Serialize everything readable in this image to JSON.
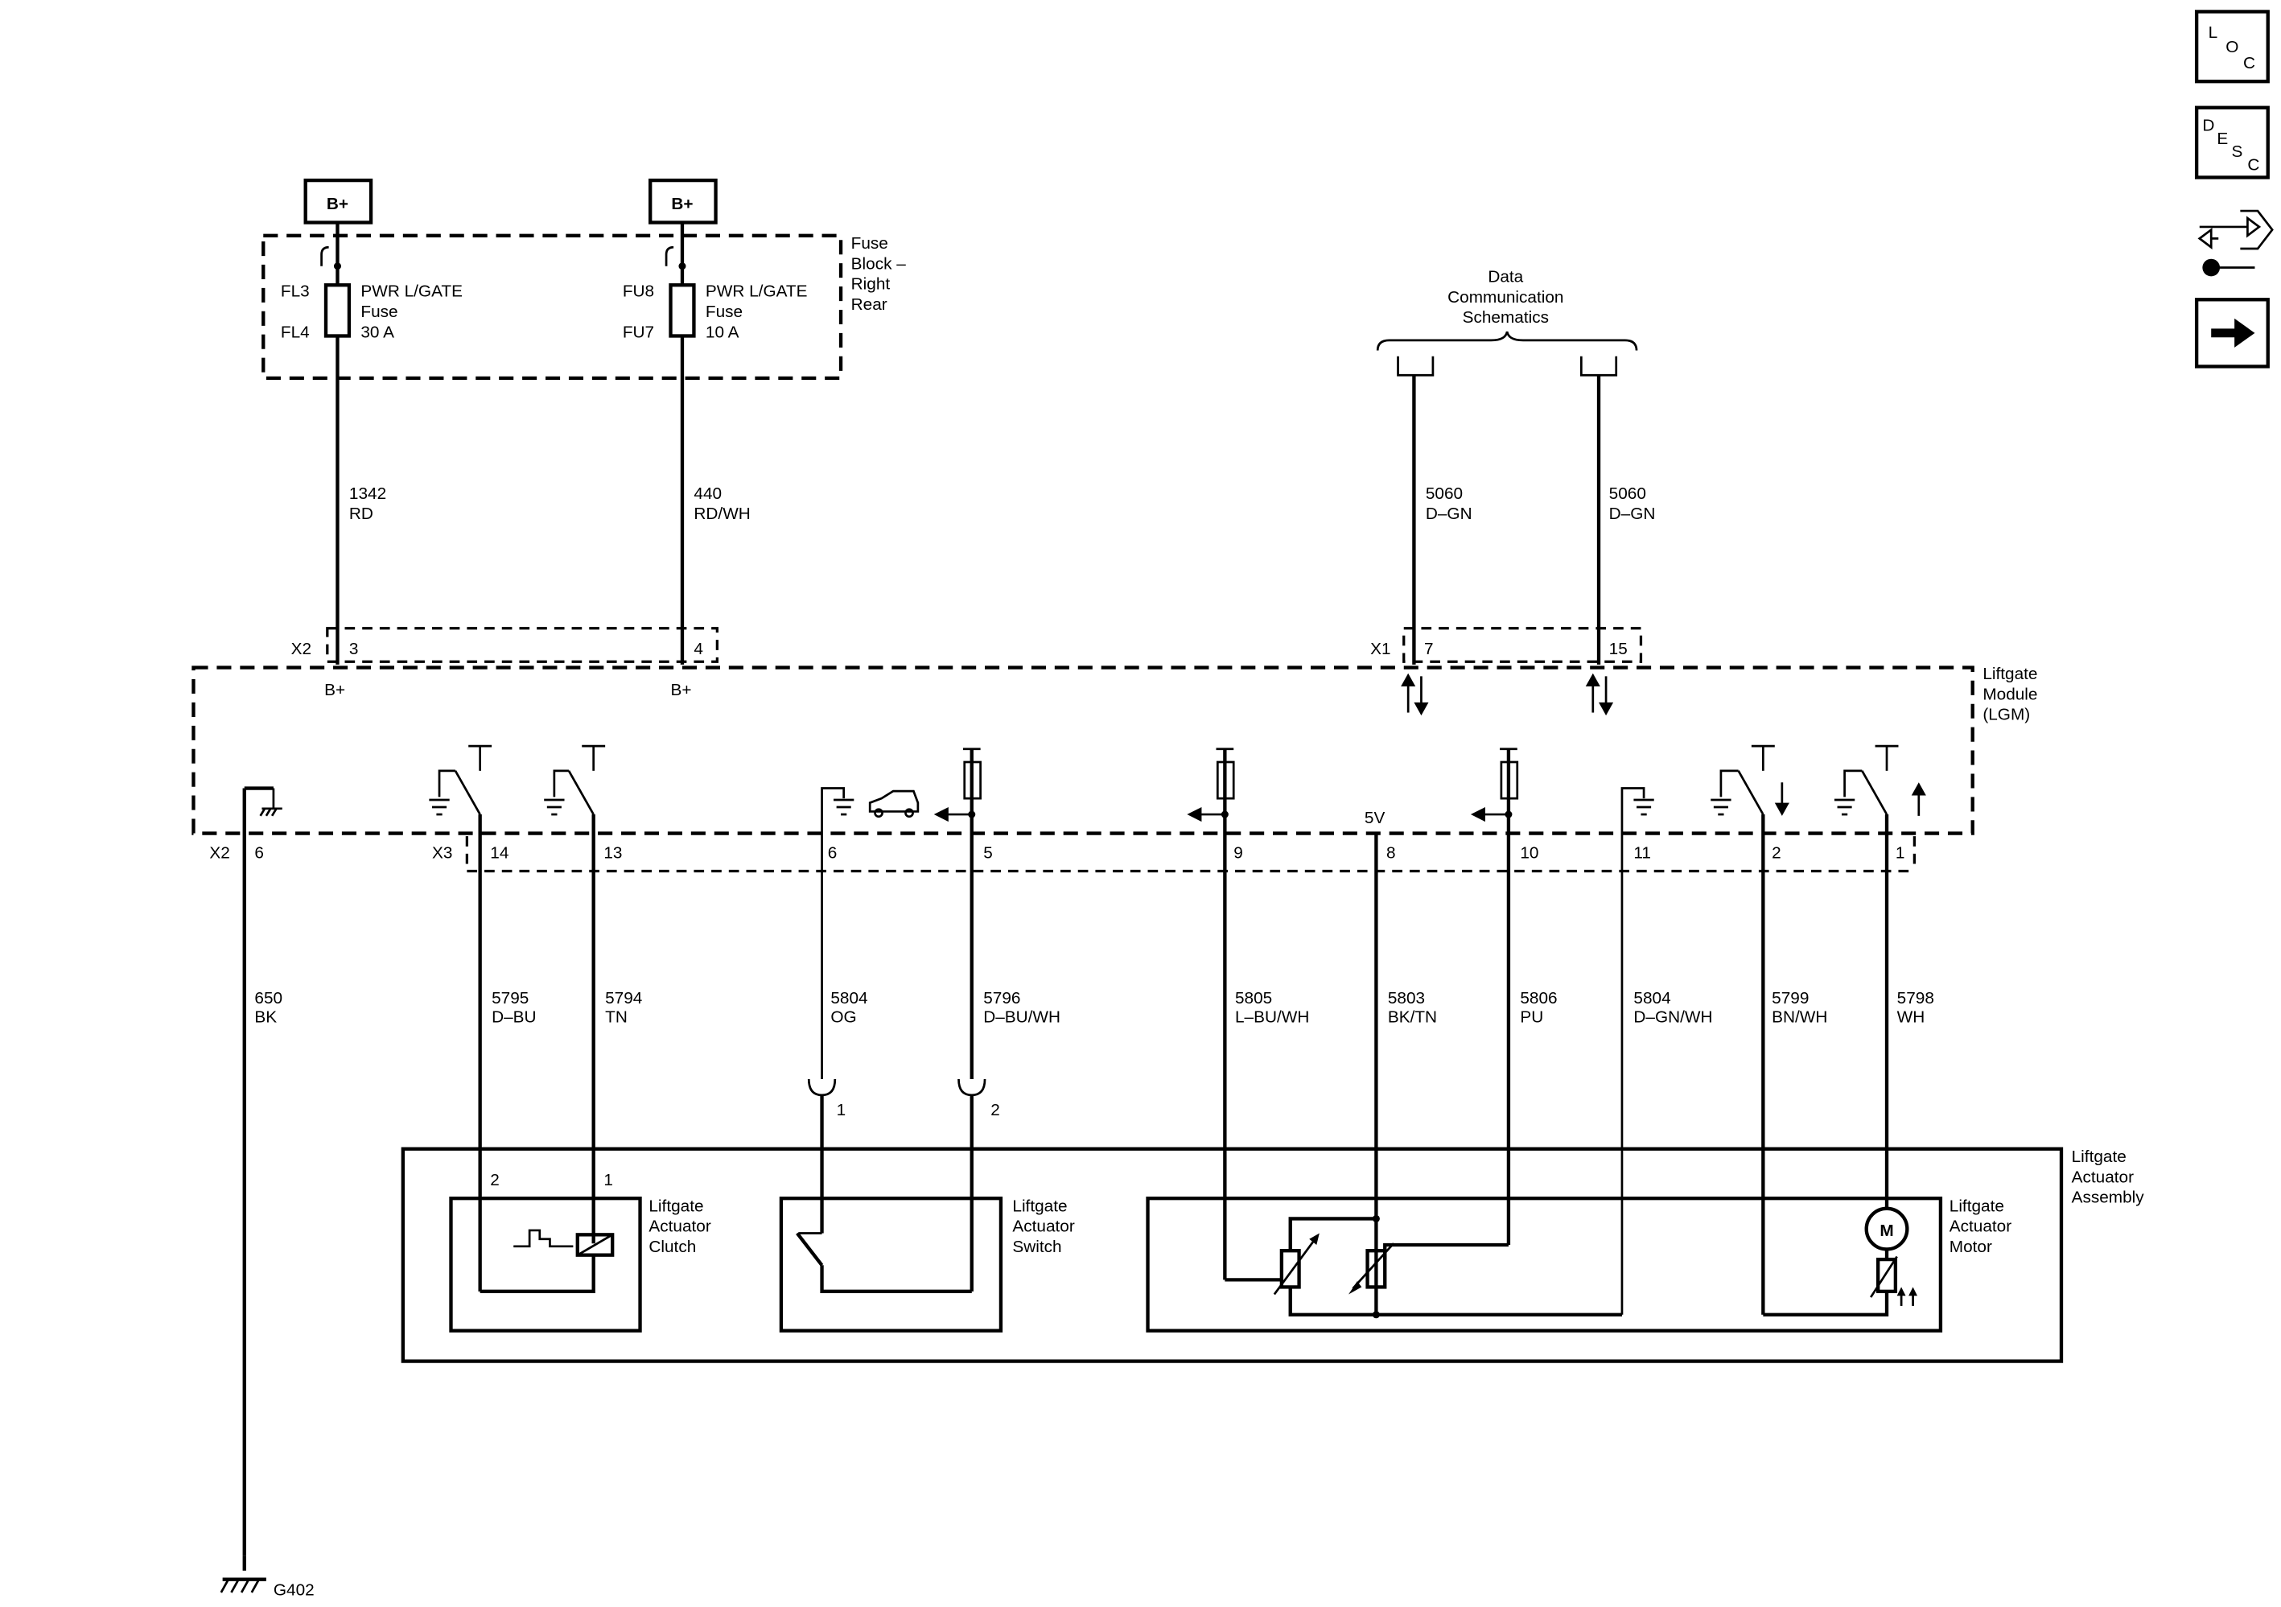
{
  "nav": {
    "loc": [
      "L",
      "O",
      "C"
    ],
    "desc": [
      "D",
      "E",
      "S",
      "C"
    ]
  },
  "power": {
    "label": "B+",
    "fuse_block": [
      "Fuse",
      "Block –",
      "Right",
      "Rear"
    ],
    "fuse1": {
      "ids": [
        "FL3",
        "FL4"
      ],
      "text": [
        "PWR L/GATE",
        "Fuse",
        "30 A"
      ]
    },
    "fuse2": {
      "ids": [
        "FU8",
        "FU7"
      ],
      "text": [
        "PWR L/GATE",
        "Fuse",
        "10 A"
      ]
    }
  },
  "data_comm": [
    "Data",
    "Communication",
    "Schematics"
  ],
  "wires": {
    "w1342": [
      "1342",
      "RD"
    ],
    "w440": [
      "440",
      "RD/WH"
    ],
    "w5060a": [
      "5060",
      "D–GN"
    ],
    "w5060b": [
      "5060",
      "D–GN"
    ],
    "w650": [
      "650",
      "BK"
    ],
    "w5795": [
      "5795",
      "D–BU"
    ],
    "w5794": [
      "5794",
      "TN"
    ],
    "w5804a": [
      "5804",
      "OG"
    ],
    "w5796": [
      "5796",
      "D–BU/WH"
    ],
    "w5805": [
      "5805",
      "L–BU/WH"
    ],
    "w5803": [
      "5803",
      "BK/TN"
    ],
    "w5806": [
      "5806",
      "PU"
    ],
    "w5804b": [
      "5804",
      "D–GN/WH"
    ],
    "w5799": [
      "5799",
      "BN/WH"
    ],
    "w5798": [
      "5798",
      "WH"
    ]
  },
  "module": {
    "name": [
      "Liftgate",
      "Module",
      "(LGM)"
    ],
    "x1": "X1",
    "x2": "X2",
    "x3": "X3",
    "top_pins": [
      "3",
      "4",
      "7",
      "15"
    ],
    "bot_pins": [
      "6",
      "14",
      "13",
      "6",
      "5",
      "9",
      "8",
      "10",
      "11",
      "2",
      "1"
    ],
    "five_v": "5V"
  },
  "assembly": {
    "name": [
      "Liftgate",
      "Actuator",
      "Assembly"
    ],
    "clutch": [
      "Liftgate",
      "Actuator",
      "Clutch"
    ],
    "switch": [
      "Liftgate",
      "Actuator",
      "Switch"
    ],
    "motor": [
      "Liftgate",
      "Actuator",
      "Motor"
    ],
    "clutch_pins": [
      "2",
      "1"
    ],
    "switch_pins": [
      "1",
      "2"
    ],
    "motor_symbol": "M"
  },
  "ground": "G402"
}
